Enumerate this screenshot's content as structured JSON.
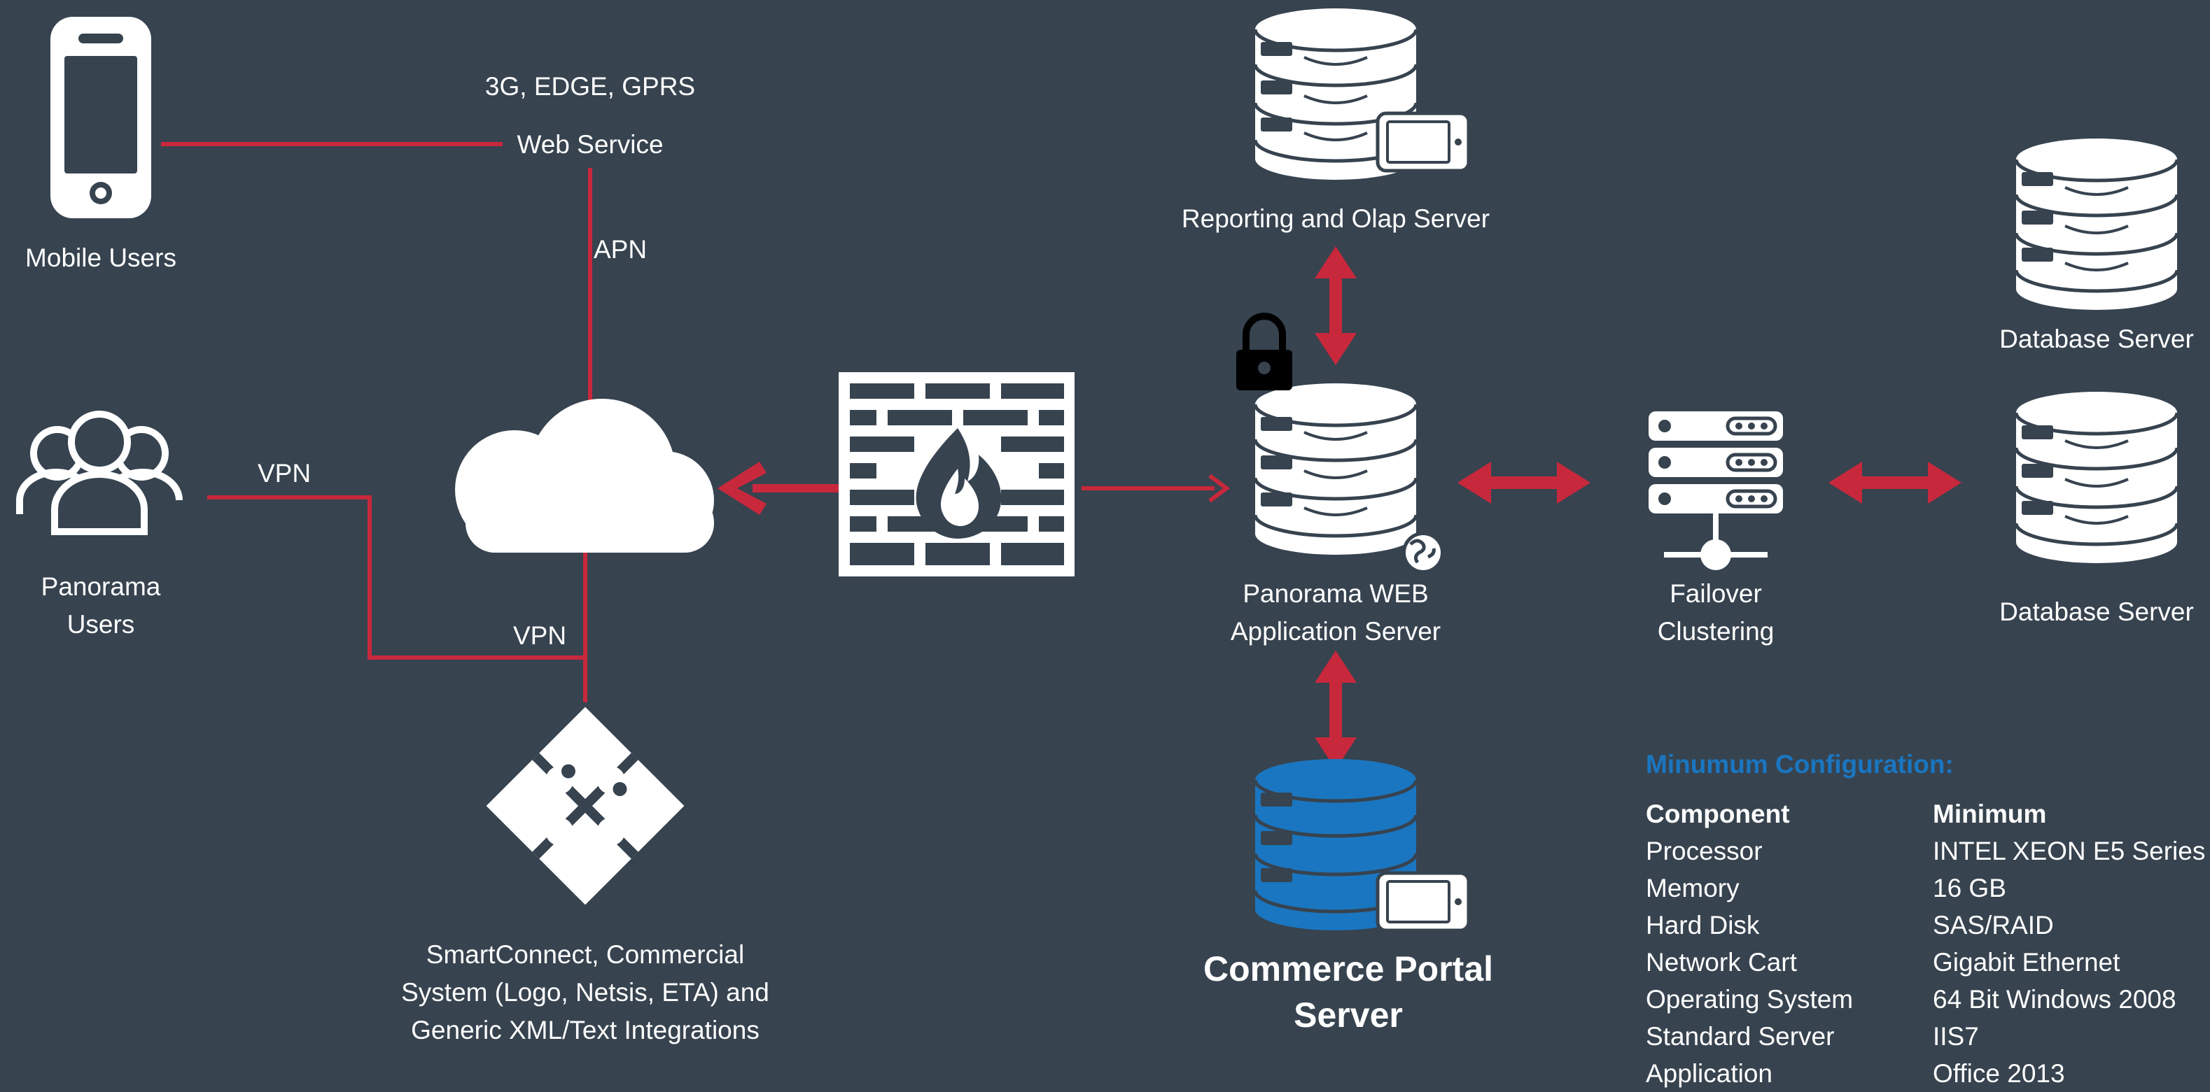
{
  "colors": {
    "background": "#37434f",
    "connector": "#c8283c",
    "accent_blue": "#1a76c0",
    "icon": "#ffffff"
  },
  "nodes": {
    "mobile_users": "Mobile Users",
    "panorama_users_line1": "Panorama",
    "panorama_users_line2": "Users",
    "reporting_server": "Reporting and Olap Server",
    "web_app_line1": "Panorama WEB",
    "web_app_line2": "Application Server",
    "failover_line1": "Failover",
    "failover_line2": "Clustering",
    "database_server_1": "Database Server",
    "database_server_2": "Database Server",
    "commerce_line1": "Commerce Portal",
    "commerce_line2": "Server",
    "integrations_line1": "SmartConnect, Commercial",
    "integrations_line2": "System (Logo, Netsis, ETA) and",
    "integrations_line3": "Generic XML/Text Integrations"
  },
  "edges": {
    "network_types": "3G, EDGE, GPRS",
    "web_service": "Web Service",
    "apn": "APN",
    "vpn_users": "VPN",
    "vpn_integrations": "VPN"
  },
  "icons": {
    "mobile": "smartphone-icon",
    "users": "users-group-icon",
    "cloud": "cloud-icon",
    "firewall": "firewall-icon",
    "lock": "lock-icon",
    "globe": "globe-icon",
    "database": "database-icon",
    "tablet": "tablet-icon",
    "cluster": "server-rack-icon",
    "puzzle": "puzzle-icon"
  },
  "configuration": {
    "title": "Minumum Configuration:",
    "header": {
      "component": "Component",
      "minimum": "Minimum"
    },
    "rows": [
      {
        "component": "Processor",
        "minimum": "INTEL XEON E5 Series"
      },
      {
        "component": "Memory",
        "minimum": "16 GB"
      },
      {
        "component": "Hard Disk",
        "minimum": "SAS/RAID"
      },
      {
        "component": "Network Cart",
        "minimum": "Gigabit Ethernet"
      },
      {
        "component": "Operating System",
        "minimum": "64 Bit Windows 2008"
      },
      {
        "component": "Standard Server",
        "minimum": "IIS7"
      },
      {
        "component": "Application",
        "minimum": "Office 2013"
      }
    ]
  }
}
